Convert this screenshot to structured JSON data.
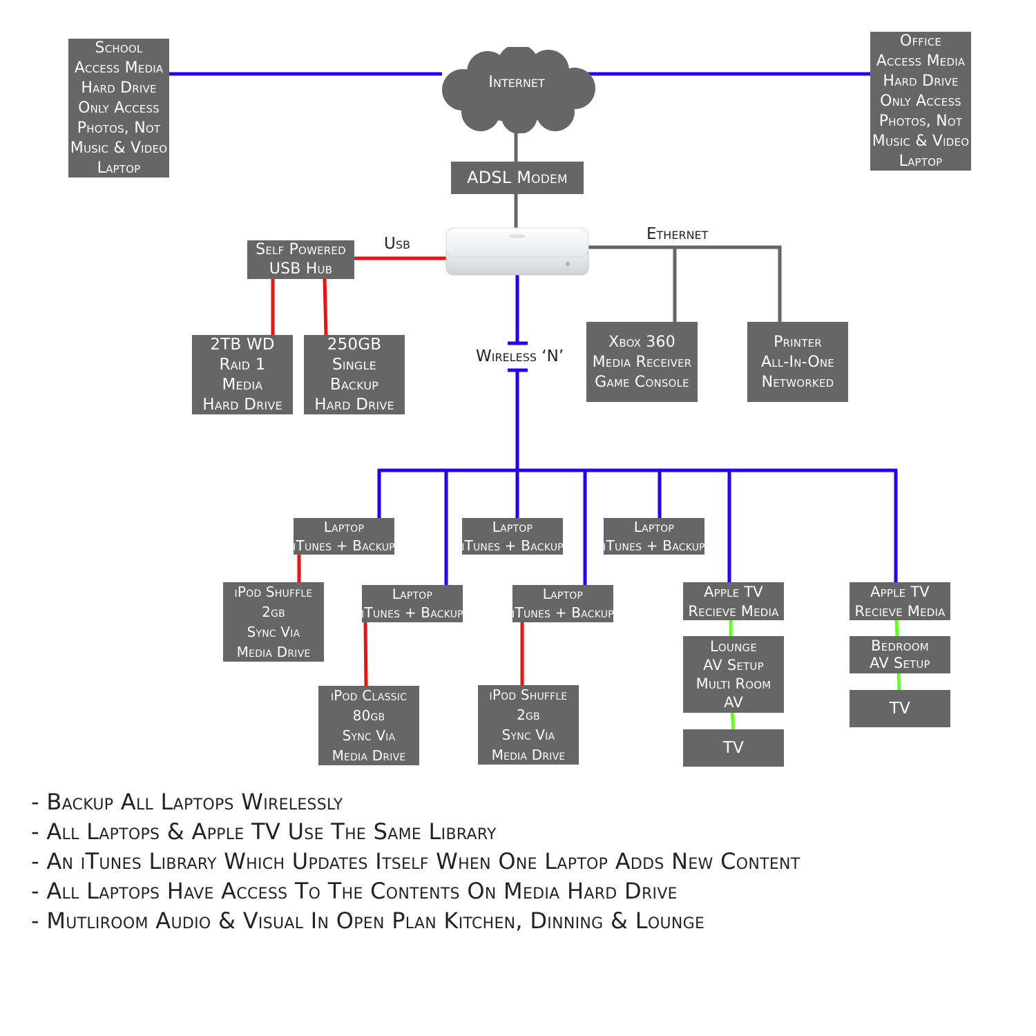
{
  "colors": {
    "wireless": "#2200ff",
    "usb": "#ee1111",
    "ethernet": "#666666",
    "av": "#66ff22",
    "box": "#666666"
  },
  "internet": {
    "label": "Internet"
  },
  "adsl_modem": {
    "label": "ADSL Modem"
  },
  "router": {
    "icon": "airport-extreme-icon"
  },
  "remote_school": {
    "lines": [
      "School",
      "Access Media",
      "Hard Drive",
      "Only Access",
      "Photos, Not",
      "Music & Video",
      "Laptop"
    ]
  },
  "remote_office": {
    "lines": [
      "Office",
      "Access Media",
      "Hard Drive",
      "Only Access",
      "Photos, Not",
      "Music & Video",
      "Laptop"
    ]
  },
  "connections": {
    "usb": "Usb",
    "ethernet": "Ethernet",
    "wireless": "Wireless ‘N’"
  },
  "usb_hub": {
    "lines": [
      "Self Powered",
      "USB Hub"
    ]
  },
  "drives": {
    "media": {
      "lines": [
        "2TB WD",
        "Raid 1",
        "Media",
        "Hard Drive"
      ]
    },
    "backup": {
      "lines": [
        "250GB",
        "Single",
        "Backup",
        "Hard Drive"
      ]
    }
  },
  "xbox": {
    "lines": [
      "Xbox 360",
      "Media Receiver",
      "Game Console"
    ]
  },
  "printer": {
    "lines": [
      "Printer",
      "All-In-One",
      "Networked"
    ]
  },
  "laptops": [
    {
      "lines": [
        "Laptop",
        "iTunes + Backup"
      ]
    },
    {
      "lines": [
        "Laptop",
        "iTunes + Backup"
      ]
    },
    {
      "lines": [
        "Laptop",
        "iTunes + Backup"
      ]
    },
    {
      "lines": [
        "Laptop",
        "iTunes + Backup"
      ]
    },
    {
      "lines": [
        "Laptop",
        "iTunes + Backup"
      ]
    }
  ],
  "ipods": [
    {
      "lines": [
        "iPod Shuffle",
        "2gb",
        "Sync Via",
        "Media Drive"
      ]
    },
    {
      "lines": [
        "iPod Classic",
        "80gb",
        "Sync Via",
        "Media Drive"
      ]
    },
    {
      "lines": [
        "iPod Shuffle",
        "2gb",
        "Sync Via",
        "Media Drive"
      ]
    }
  ],
  "apple_tvs": [
    {
      "lines": [
        "Apple TV",
        "Recieve Media"
      ]
    },
    {
      "lines": [
        "Apple TV",
        "Recieve Media"
      ]
    }
  ],
  "av_setups": [
    {
      "lines": [
        "Lounge",
        "AV Setup",
        "Multi Room",
        "AV"
      ]
    },
    {
      "lines": [
        "Bedroom",
        "AV Setup"
      ]
    }
  ],
  "tvs": [
    {
      "lines": [
        "TV"
      ]
    },
    {
      "lines": [
        "TV"
      ]
    }
  ],
  "notes": [
    "- Backup All Laptops Wirelessly",
    "- All Laptops & Apple TV Use The Same Library",
    "- An iTunes Library Which Updates Itself When One Laptop Adds New Content",
    "- All Laptops Have Access To The Contents On Media Hard Drive",
    "- Mutliroom Audio & Visual In Open Plan Kitchen, Dinning & Lounge"
  ]
}
